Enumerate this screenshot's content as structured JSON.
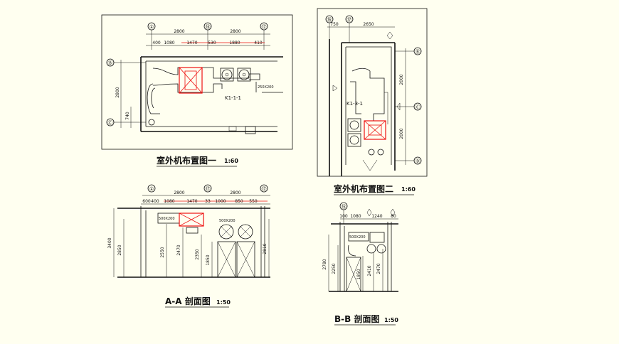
{
  "plan1": {
    "title": "室外机布置图一",
    "scale": "1:60",
    "axes": {
      "top": [
        "①",
        "⑯",
        "⑰"
      ],
      "left": [
        "Ⓑ",
        "Ⓒ"
      ]
    },
    "top_dims_overall": [
      "2800",
      "2800"
    ],
    "top_dims": [
      "400",
      "1080",
      "1470",
      "530",
      "1880",
      "410"
    ],
    "left_dims": [
      "2800",
      "740"
    ],
    "unit_label": "K1-1-1",
    "duct_label": "250X200"
  },
  "plan2": {
    "title": "室外机布置图二",
    "scale": "1:60",
    "axes": {
      "top": [
        "⑯",
        "⑰"
      ],
      "right": [
        "Ⓑ",
        "Ⓒ",
        "Ⓓ"
      ]
    },
    "top_dims": [
      "750",
      "2650"
    ],
    "right_dims": [
      "2000",
      "2000"
    ],
    "unit_label": "K1-3-1"
  },
  "sectionA": {
    "title": "A-A 剖面图",
    "scale": "1:50",
    "axes": {
      "top": [
        "①",
        "⑰",
        "⑰"
      ]
    },
    "top_dims_overall": [
      "2800",
      "2800"
    ],
    "top_dims": [
      "600",
      "400",
      "1080",
      "1470",
      "33",
      "1000",
      "850",
      "550"
    ],
    "left_dims": [
      "3400",
      "2850",
      "2550",
      "2470",
      "2350",
      "1850",
      "2810"
    ],
    "duct_labels": [
      "500X200",
      "500X200"
    ]
  },
  "sectionB": {
    "title": "B-B 剖面图",
    "scale": "1:50",
    "axes": {
      "top": [
        "⑯"
      ]
    },
    "top_dims": [
      "100",
      "1080",
      "1240",
      "80"
    ],
    "left_dims": [
      "2780",
      "2250",
      "1850",
      "2410",
      "2470"
    ],
    "duct_label": "500X200"
  }
}
